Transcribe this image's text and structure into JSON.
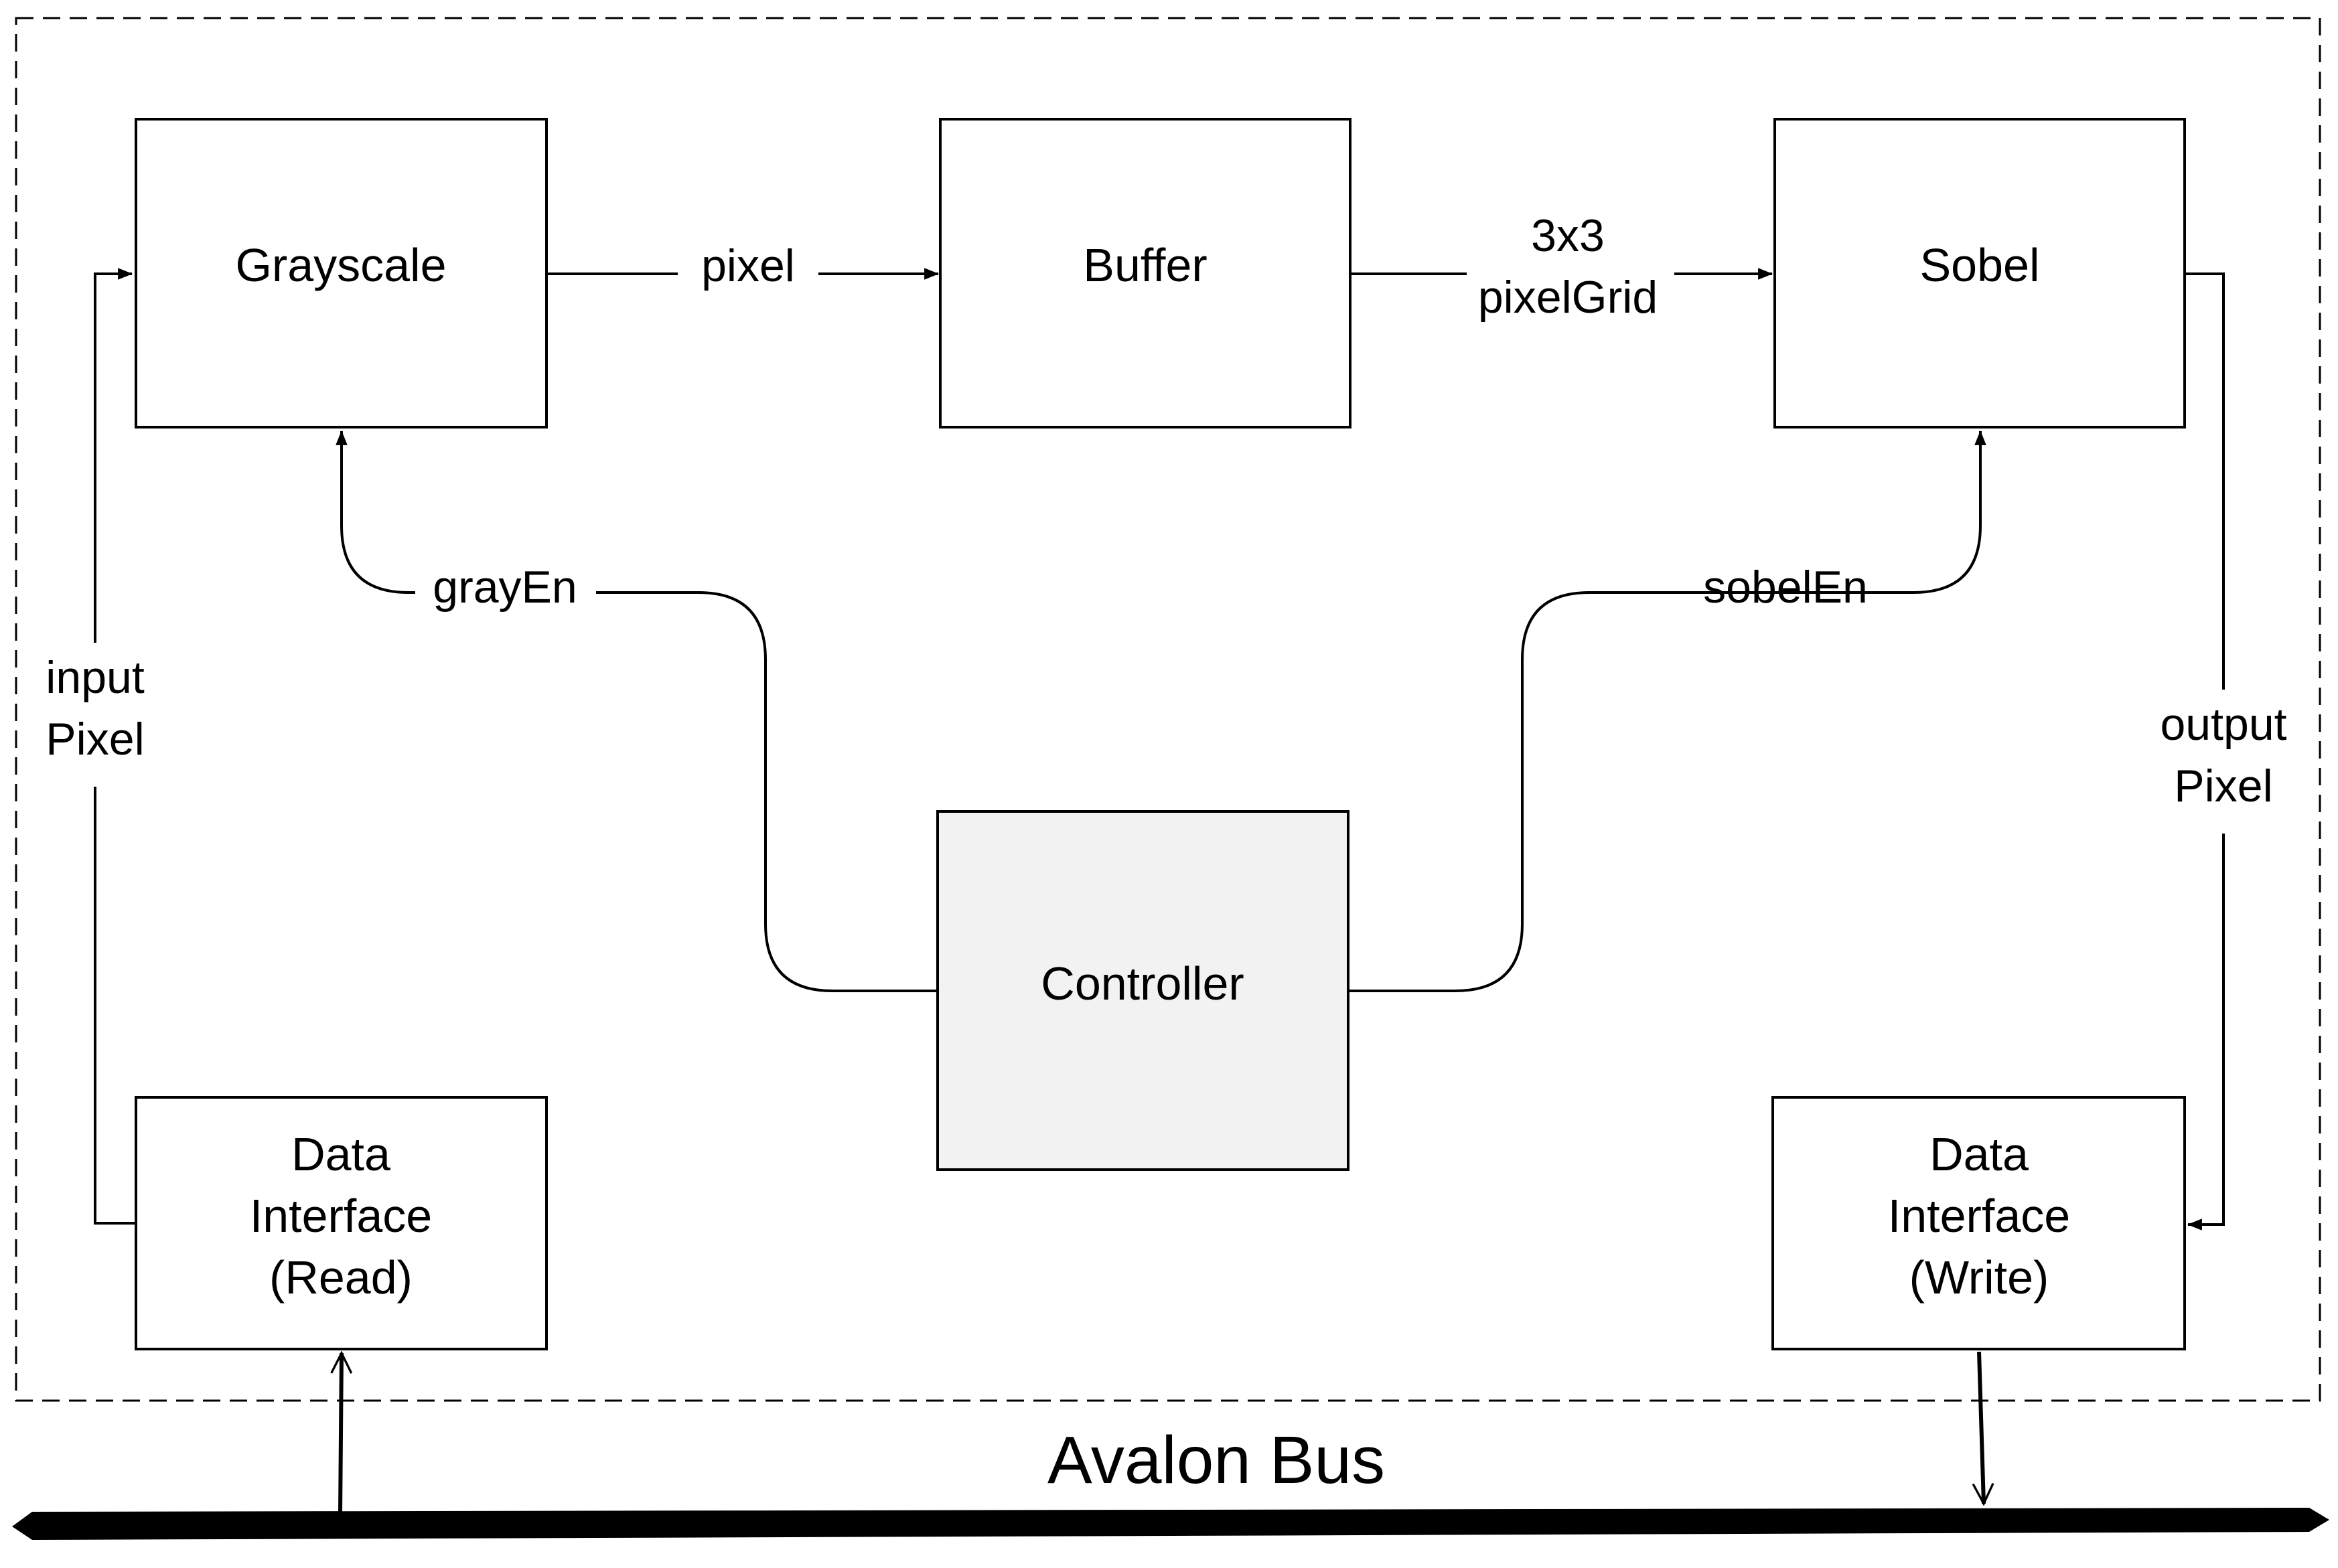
{
  "diagram": {
    "blocks": {
      "grayscale": "Grayscale",
      "buffer": "Buffer",
      "sobel": "Sobel",
      "controller": "Controller",
      "read_interface": [
        "Data",
        "Interface",
        "(Read)"
      ],
      "write_interface": [
        "Data",
        "Interface",
        "(Write)"
      ]
    },
    "signals": {
      "pixel": "pixel",
      "pixel_grid": [
        "3x3",
        "pixelGrid"
      ],
      "gray_en": "grayEn",
      "sobel_en": "sobelEn",
      "input_pixel": [
        "input",
        "Pixel"
      ],
      "output_pixel": [
        "output",
        "Pixel"
      ]
    },
    "bus": "Avalon Bus"
  }
}
